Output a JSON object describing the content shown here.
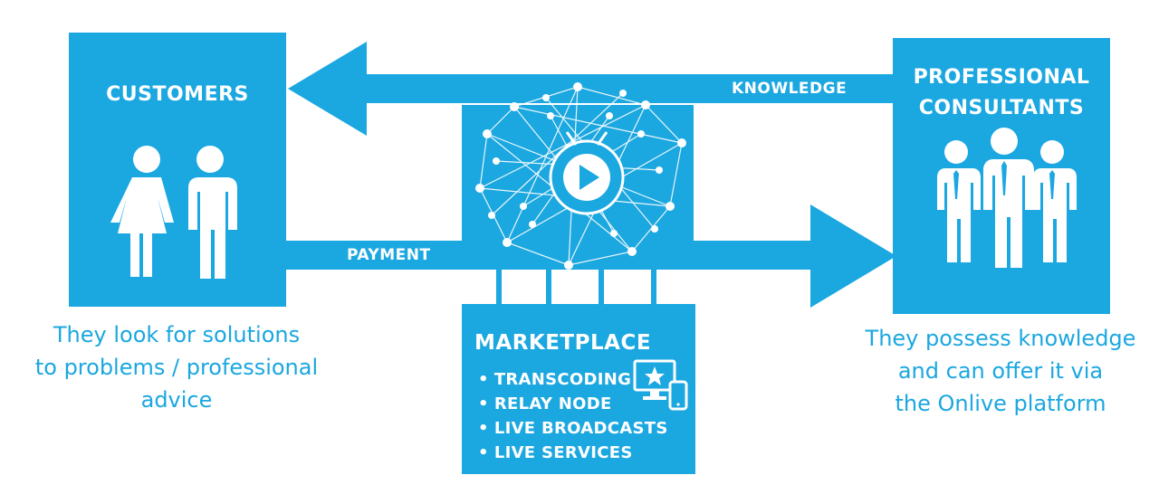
{
  "customers": {
    "title": "CUSTOMERS",
    "description_lines": [
      "They look for solutions",
      "to problems / professional",
      "advice"
    ]
  },
  "consultants": {
    "title_lines": [
      "PROFESSIONAL",
      "CONSULTANTS"
    ],
    "description_lines": [
      "They possess knowledge",
      "and can offer it via",
      "the Onlive platform"
    ]
  },
  "flows": {
    "knowledge_label": "KNOWLEDGE",
    "payment_label": "PAYMENT"
  },
  "marketplace": {
    "title": "MARKETPLACE",
    "items": [
      "TRANSCODING",
      "RELAY NODE",
      "LIVE BROADCASTS",
      "LIVE SERVICES"
    ]
  },
  "colors": {
    "accent": "#1ba7e0",
    "text_on_accent": "#ffffff",
    "background": "#ffffff"
  },
  "icons": [
    "customers-people-icon",
    "consultants-group-icon",
    "network-hub-icon",
    "play-button-icon",
    "devices-star-icon"
  ]
}
